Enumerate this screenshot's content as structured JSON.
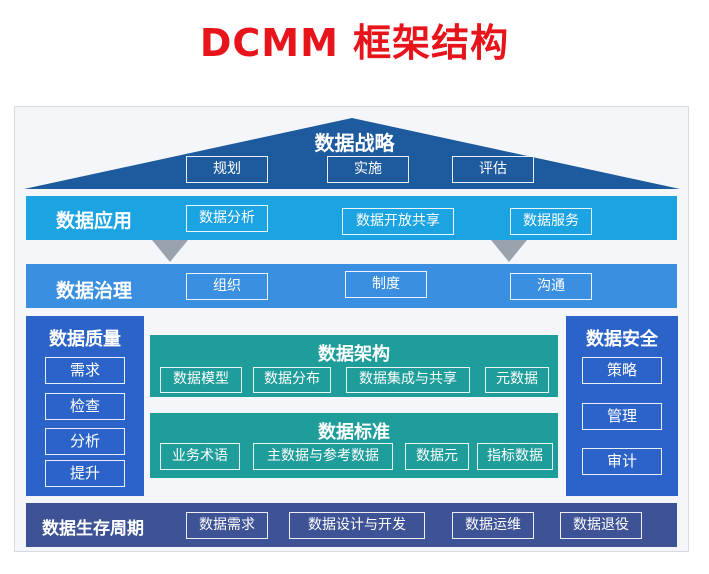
{
  "title": "DCMM 框架结构",
  "strategy": {
    "title": "数据战略",
    "items": [
      "规划",
      "实施",
      "评估"
    ]
  },
  "application": {
    "title": "数据应用",
    "items": [
      "数据分析",
      "数据开放共享",
      "数据服务"
    ]
  },
  "governance": {
    "title": "数据治理",
    "items": [
      "组织",
      "制度",
      "沟通"
    ]
  },
  "quality": {
    "title": "数据质量",
    "items": [
      "需求",
      "检查",
      "分析",
      "提升"
    ]
  },
  "architecture": {
    "title": "数据架构",
    "items": [
      "数据模型",
      "数据分布",
      "数据集成与共享",
      "元数据"
    ]
  },
  "standards": {
    "title": "数据标准",
    "items": [
      "业务术语",
      "主数据与参考数据",
      "数据元",
      "指标数据"
    ]
  },
  "security": {
    "title": "数据安全",
    "items": [
      "策略",
      "管理",
      "审计"
    ]
  },
  "lifecycle": {
    "title": "数据生存周期",
    "items": [
      "数据需求",
      "数据设计与开发",
      "数据运维",
      "数据退役"
    ]
  },
  "colors": {
    "title_red": "#e8141b",
    "strategy": "#1d5a9e",
    "application": "#1ba3e2",
    "governance": "#3b8fe0",
    "side_pillars": "#2c63c9",
    "center_teal": "#1e9d9b",
    "lifecycle": "#3e5395",
    "arrow": "#9aa3ad"
  }
}
